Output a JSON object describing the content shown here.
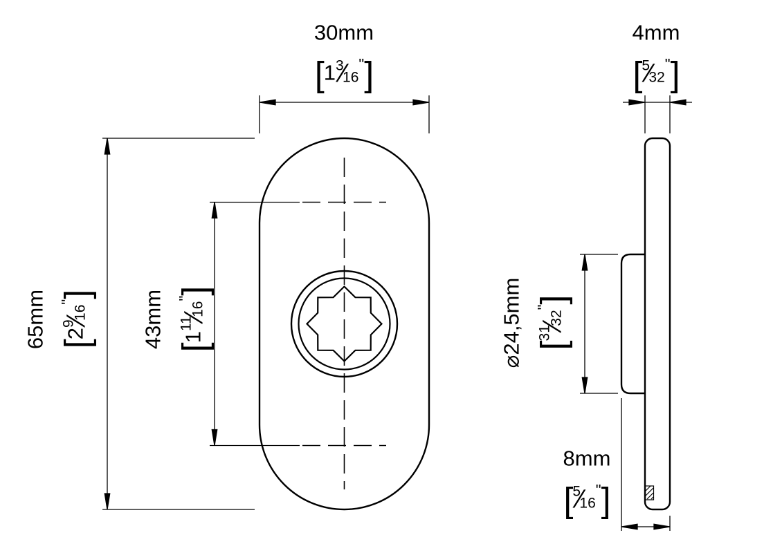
{
  "drawing": {
    "background_color": "#ffffff",
    "line_color": "#000000",
    "notation": {
      "bracket_open": "[",
      "bracket_close": "]",
      "fraction_slash": "⁄",
      "inch_mark": "\""
    },
    "dimensions": {
      "plate_width": {
        "metric": "30mm",
        "imperial_whole": "1",
        "imperial_num": "3",
        "imperial_den": "16"
      },
      "plate_thickness": {
        "metric": "4mm",
        "imperial_whole": "",
        "imperial_num": "5",
        "imperial_den": "32"
      },
      "plate_height": {
        "metric": "65mm",
        "imperial_whole": "2",
        "imperial_num": "9",
        "imperial_den": "16"
      },
      "hole_spacing": {
        "metric": "43mm",
        "imperial_whole": "1",
        "imperial_num": "11",
        "imperial_den": "16"
      },
      "boss_diameter": {
        "metric": "⌀24,5mm",
        "imperial_whole": "",
        "imperial_num": "31",
        "imperial_den": "32"
      },
      "total_depth": {
        "metric": "8mm",
        "imperial_whole": "",
        "imperial_num": "5",
        "imperial_den": "16"
      }
    }
  }
}
